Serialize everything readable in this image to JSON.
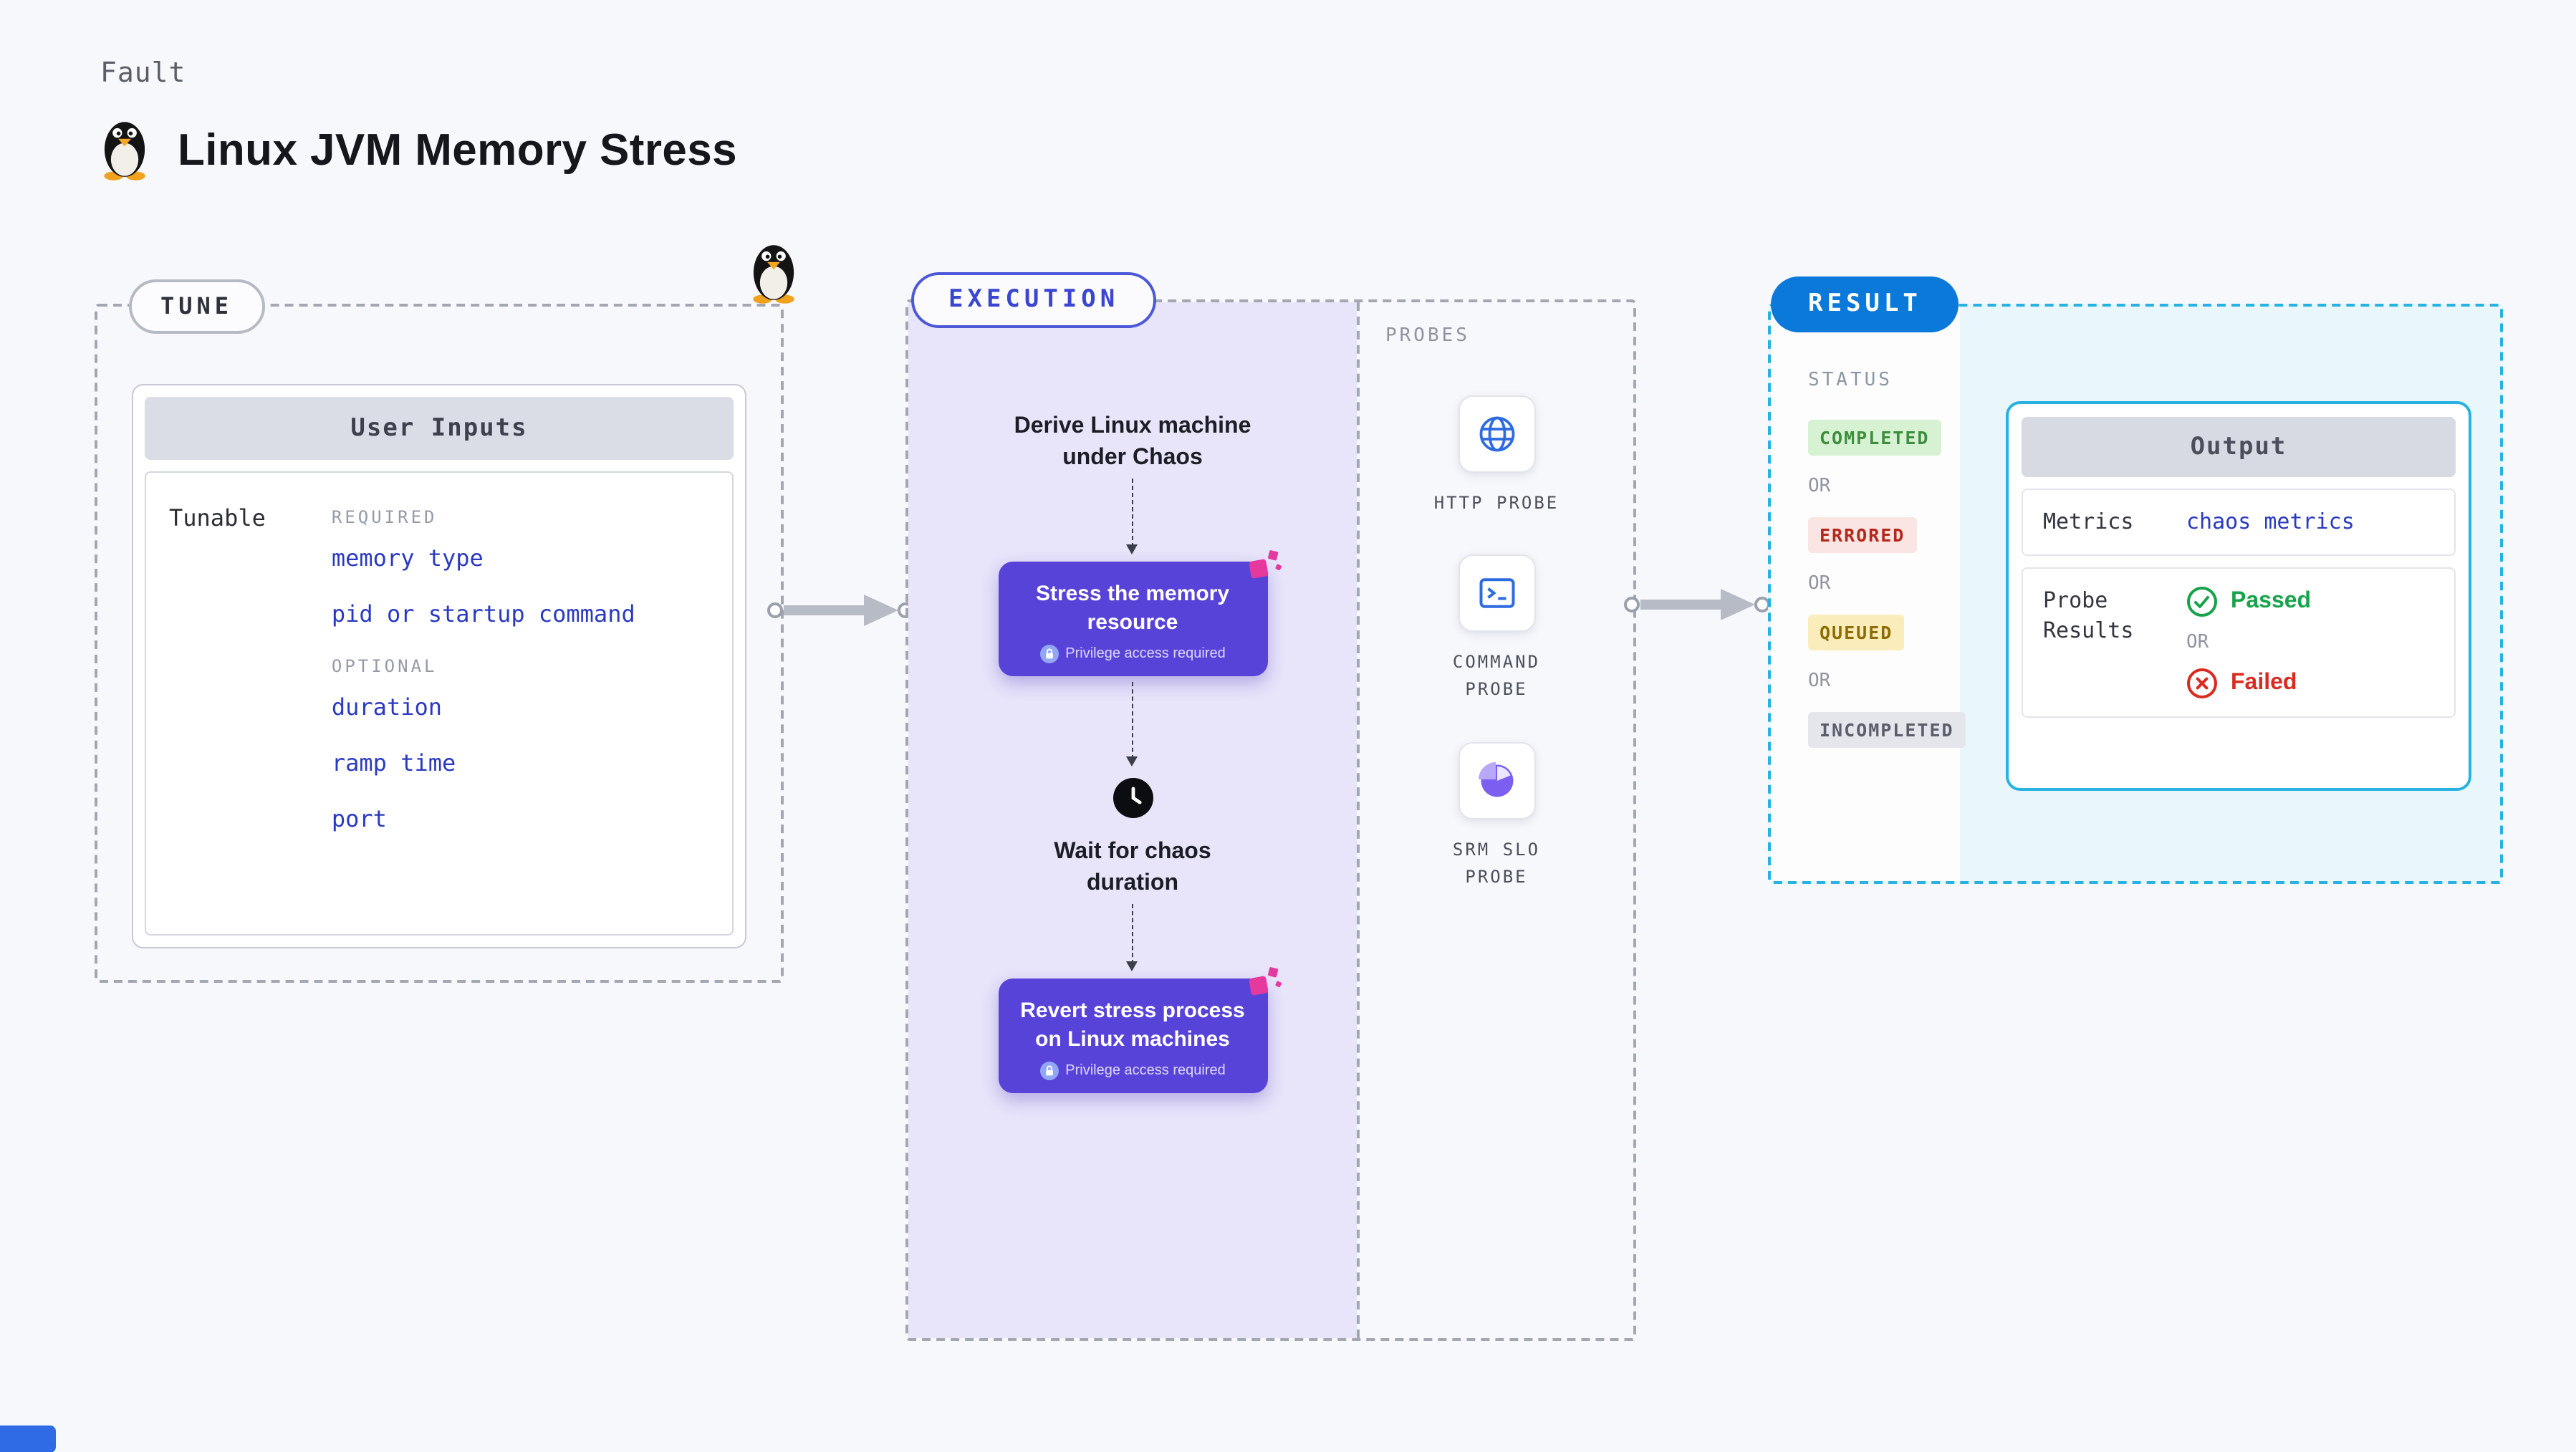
{
  "page": {
    "kicker": "Fault",
    "title": "Linux JVM Memory Stress"
  },
  "tune": {
    "pill": "TUNE",
    "card_title": "User Inputs",
    "row_label": "Tunable",
    "required_label": "REQUIRED",
    "required_items": [
      "memory type",
      "pid or startup command"
    ],
    "optional_label": "OPTIONAL",
    "optional_items": [
      "duration",
      "ramp time",
      "port"
    ]
  },
  "execution": {
    "pill": "EXECUTION",
    "derive_step": "Derive Linux machine under Chaos",
    "stress_action": "Stress the memory resource",
    "privilege_note": "Privilege access required",
    "wait_step": "Wait for chaos duration",
    "revert_action": "Revert stress process on Linux machines"
  },
  "probes": {
    "heading": "PROBES",
    "items": [
      {
        "label": "HTTP PROBE",
        "icon": "globe-icon"
      },
      {
        "label": "COMMAND PROBE",
        "icon": "terminal-icon"
      },
      {
        "label": "SRM SLO PROBE",
        "icon": "slo-gauge-icon"
      }
    ]
  },
  "result": {
    "pill": "RESULT",
    "status_heading": "STATUS",
    "or": "OR",
    "statuses": [
      {
        "label": "COMPLETED",
        "type": "success"
      },
      {
        "label": "ERRORED",
        "type": "error"
      },
      {
        "label": "QUEUED",
        "type": "warning"
      },
      {
        "label": "INCOMPLETED",
        "type": "neutral"
      }
    ],
    "output": {
      "title": "Output",
      "metrics_label": "Metrics",
      "metrics_value": "chaos metrics",
      "probe_results_label": "Probe Results",
      "passed": "Passed",
      "failed": "Failed"
    }
  },
  "colors": {
    "action_purple": "#5843d9",
    "link_blue": "#2a3ac0",
    "result_pill_blue": "#0b79d9",
    "result_border_teal": "#27b2e2",
    "execution_lane_lavender": "#e8e4fa",
    "success_green": "#17a34a",
    "error_red": "#d92b20",
    "chaos_pink": "#e5399e"
  }
}
